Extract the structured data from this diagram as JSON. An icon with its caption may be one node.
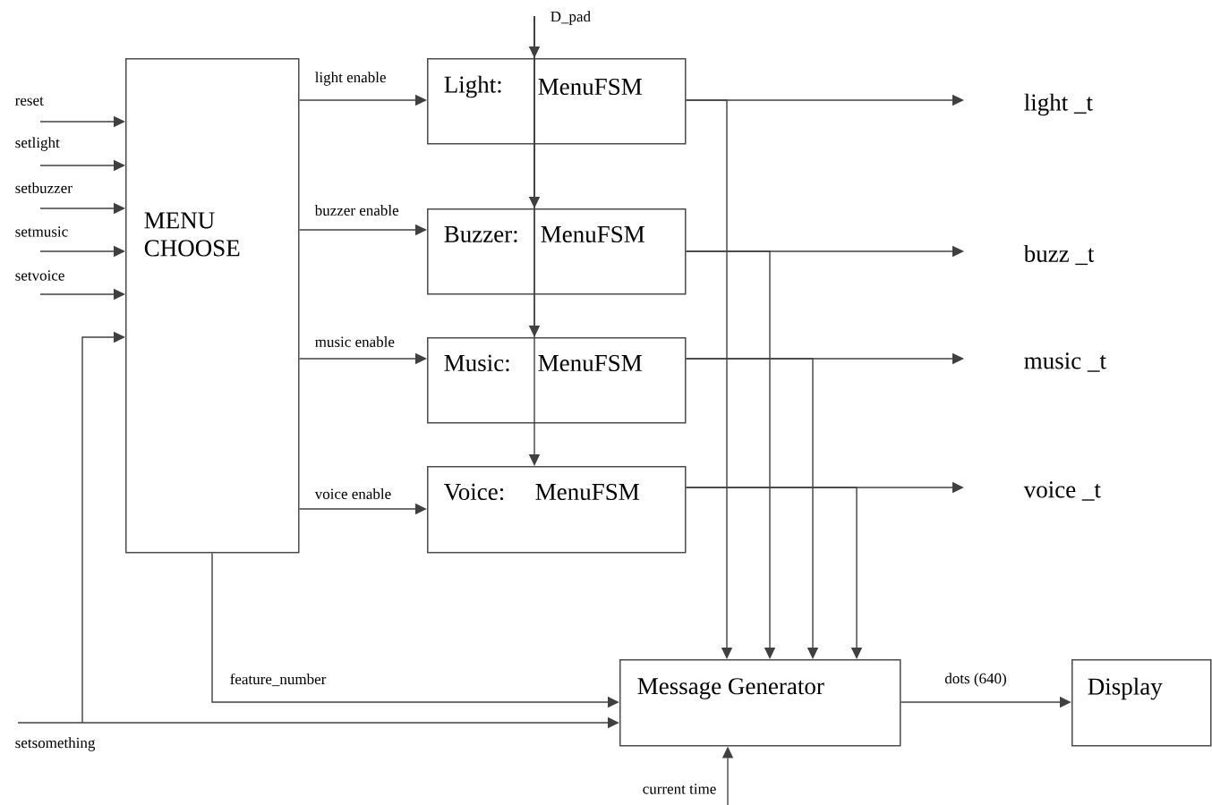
{
  "diagram": {
    "nodes": [
      {
        "text": [
          "MENU CHOOSE"
        ]
      },
      {
        "text": [
          "Light:",
          "MenuFSM"
        ]
      },
      {
        "text": [
          "Buzzer:",
          "MenuFSM"
        ]
      },
      {
        "text": [
          "Music:",
          "MenuFSM"
        ]
      },
      {
        "text": [
          "Voice:",
          "MenuFSM"
        ]
      },
      {
        "text": [
          "Message Generator"
        ]
      },
      {
        "text": [
          "Display"
        ]
      },
      {
        "text": [
          "light _t"
        ]
      },
      {
        "text": [
          "buzz _t"
        ]
      },
      {
        "text": [
          "music _t"
        ]
      },
      {
        "text": [
          "voice _t"
        ]
      }
    ],
    "edges": [
      {
        "from": null,
        "to": 0,
        "arrow": "to",
        "label": "reset"
      },
      {
        "from": null,
        "to": 0,
        "arrow": "to",
        "label": "setlight"
      },
      {
        "from": null,
        "to": 0,
        "arrow": "to",
        "label": "setbuzzer"
      },
      {
        "from": null,
        "to": 0,
        "arrow": "to",
        "label": "setmusic"
      },
      {
        "from": null,
        "to": 0,
        "arrow": "to",
        "label": "setvoice"
      },
      {
        "from": null,
        "to": 0,
        "arrow": "to"
      },
      {
        "from": null,
        "to": 5,
        "arrow": "to",
        "label": "setsomething"
      },
      {
        "from": 0,
        "to": 1,
        "arrow": "to",
        "label": "light enable"
      },
      {
        "from": 0,
        "to": 2,
        "arrow": "to",
        "label": "buzzer enable"
      },
      {
        "from": 0,
        "to": 3,
        "arrow": "to",
        "label": "music enable"
      },
      {
        "from": 0,
        "to": 4,
        "arrow": "to",
        "label": "voice enable"
      },
      {
        "from": null,
        "to": 1,
        "arrow": "to",
        "label": "D_pad"
      },
      {
        "from": null,
        "to": 2,
        "arrow": "to"
      },
      {
        "from": null,
        "to": 3,
        "arrow": "to"
      },
      {
        "from": null,
        "to": 4,
        "arrow": "to"
      },
      {
        "from": 1,
        "to": 7,
        "arrow": "to"
      },
      {
        "from": 1,
        "to": 5,
        "arrow": "to"
      },
      {
        "from": 2,
        "to": 8,
        "arrow": "to"
      },
      {
        "from": 2,
        "to": 5,
        "arrow": "to"
      },
      {
        "from": 3,
        "to": 9,
        "arrow": "to"
      },
      {
        "from": 3,
        "to": 5,
        "arrow": "to"
      },
      {
        "from": 4,
        "to": 10,
        "arrow": "to"
      },
      {
        "from": 4,
        "to": 5,
        "arrow": "to"
      },
      {
        "from": 0,
        "to": 5,
        "arrow": "to",
        "label": "feature_number"
      },
      {
        "from": null,
        "to": 5,
        "arrow": "to",
        "label": "current time"
      },
      {
        "from": 5,
        "to": 6,
        "arrow": "to",
        "label": "dots (640)"
      }
    ]
  }
}
